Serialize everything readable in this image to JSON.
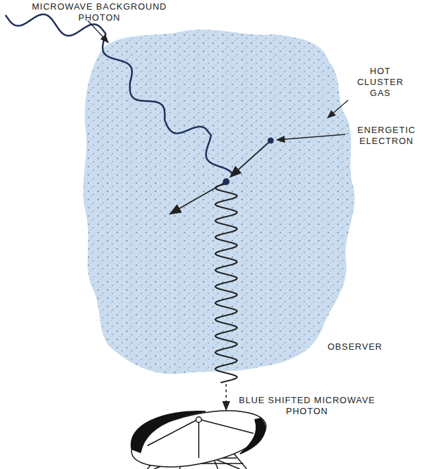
{
  "diagram": {
    "labels": [
      "MICROWAVE BACKGROUND PHOTON",
      "HOT CLUSTER GAS",
      "ENERGETIC ELECTRON",
      "BLUE SHIFTED MICROWAVE PHOTON",
      "OBSERVER"
    ]
  }
}
